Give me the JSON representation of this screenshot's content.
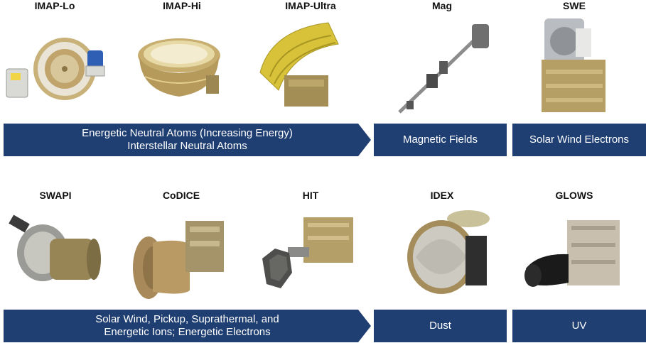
{
  "top_row": {
    "titles": [
      "IMAP-Lo",
      "IMAP-Hi",
      "IMAP-Ultra",
      "Mag",
      "SWE"
    ],
    "bands": {
      "neutral_atoms": [
        "Energetic Neutral Atoms (Increasing Energy)",
        "Interstellar Neutral Atoms"
      ],
      "magnetic": "Magnetic Fields",
      "solar_wind_electrons": "Solar Wind Electrons"
    }
  },
  "bottom_row": {
    "titles": [
      "SWAPI",
      "CoDICE",
      "HIT",
      "IDEX",
      "GLOWS"
    ],
    "bands": {
      "ions": [
        "Solar Wind, Pickup, Suprathermal, and",
        "Energetic Ions; Energetic Electrons"
      ],
      "dust": "Dust",
      "uv": "UV"
    }
  },
  "icons": [
    "imap-lo-instrument-icon",
    "imap-hi-instrument-icon",
    "imap-ultra-instrument-icon",
    "mag-instrument-icon",
    "swe-instrument-icon",
    "swapi-instrument-icon",
    "codice-instrument-icon",
    "hit-instrument-icon",
    "idex-instrument-icon",
    "glows-instrument-icon"
  ],
  "colors": {
    "band": "#1f3f73",
    "band_text": "#ffffff",
    "gold": "#b8a36a",
    "title": "#111111"
  }
}
